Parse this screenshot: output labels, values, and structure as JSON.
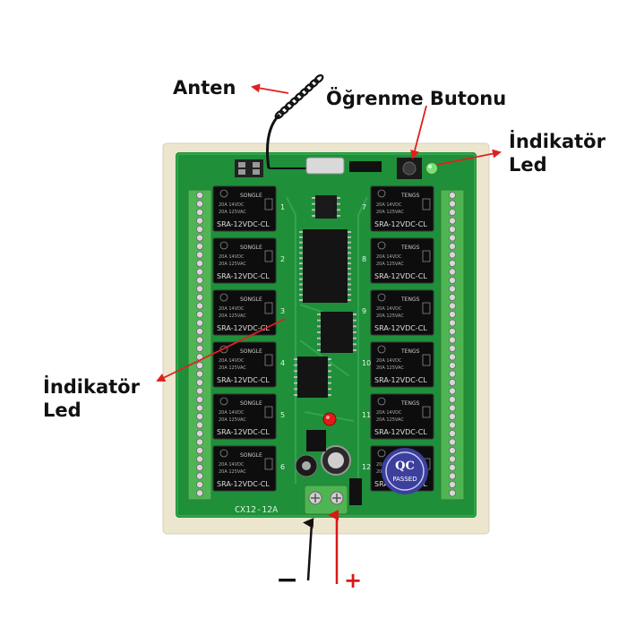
{
  "labels": {
    "antenna": "Anten",
    "learn_button": "Öğrenme Butonu",
    "indicator_right_line1": "İndikatör",
    "indicator_right_line2": "Led",
    "indicator_left_line1": "İndikatör",
    "indicator_left_line2": "Led",
    "minus": "−",
    "plus": "+"
  },
  "board": {
    "model": "CX12-12A",
    "relay_left_brand": "SONGLE",
    "relay_right_brand": "TENGS",
    "relay_model": "SRA-12VDC-CL",
    "relay_rating_1": "20A 14VDC",
    "relay_rating_2": "20A 125VAC",
    "relay_numbers_left": [
      "1",
      "2",
      "3",
      "4",
      "5",
      "6"
    ],
    "relay_numbers_right": [
      "7",
      "8",
      "9",
      "10",
      "11",
      "12"
    ],
    "qc_line1": "QC",
    "qc_line2": "PASSED"
  },
  "colors": {
    "pcb": "#1f8f3a",
    "board_frame": "#ece6cf",
    "relay": "#0d0d0d",
    "terminal": "#4fb553",
    "arrow_red": "#e02020",
    "wire_black": "#111111",
    "wire_red": "#d81818"
  }
}
